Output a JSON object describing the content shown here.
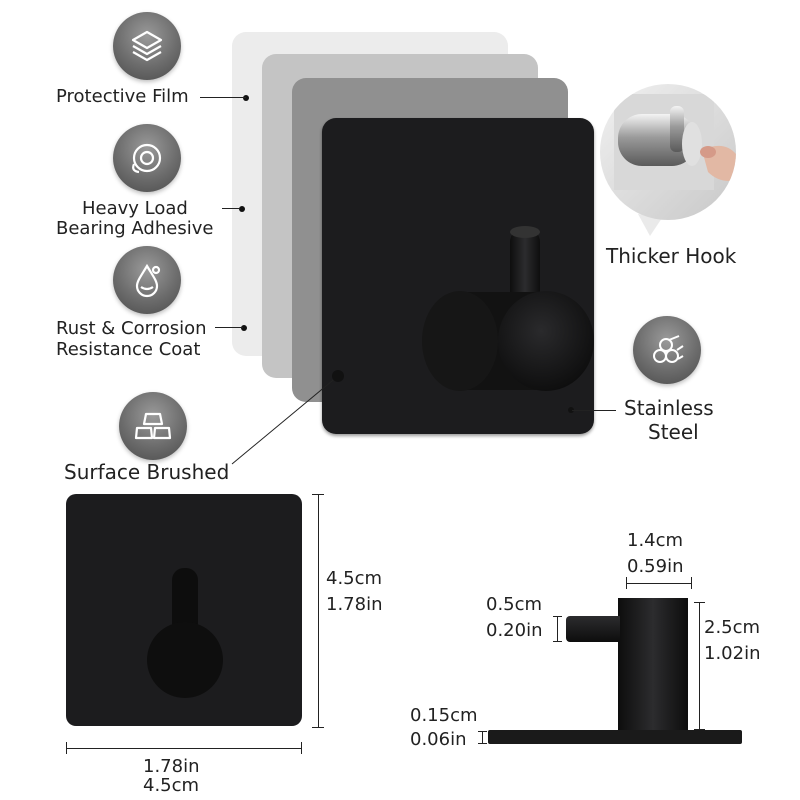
{
  "features": {
    "protective_film": "Protective Film",
    "heavy_load_line1": "Heavy Load",
    "heavy_load_line2": "Bearing Adhesive",
    "rust_line1": "Rust & Corrosion",
    "rust_line2": "Resistance Coat",
    "surface_brushed": "Surface Brushed",
    "thicker_hook": "Thicker Hook",
    "stainless_line1": "Stainless",
    "stainless_line2": "Steel"
  },
  "front_view": {
    "height_cm": "4.5cm",
    "height_in": "1.78in",
    "width_in": "1.78in",
    "width_cm": "4.5cm"
  },
  "side_view": {
    "hook_width_cm": "1.4cm",
    "hook_width_in": "0.59in",
    "peg_dia_cm": "0.5cm",
    "peg_dia_in": "0.20in",
    "hook_height_cm": "2.5cm",
    "hook_height_in": "1.02in",
    "base_thick_cm": "0.15cm",
    "base_thick_in": "0.06in"
  },
  "icons": [
    "layers-icon",
    "adhesive-roll-icon",
    "water-drop-icon",
    "bricks-icon",
    "steel-bars-icon"
  ],
  "colors": {
    "product_black": "#1c1c1e",
    "layer_light": "#ebebeb",
    "layer_mid": "#c2c2c2",
    "layer_dark": "#8f8f8f",
    "icon_gray": "#6c6c6c"
  }
}
